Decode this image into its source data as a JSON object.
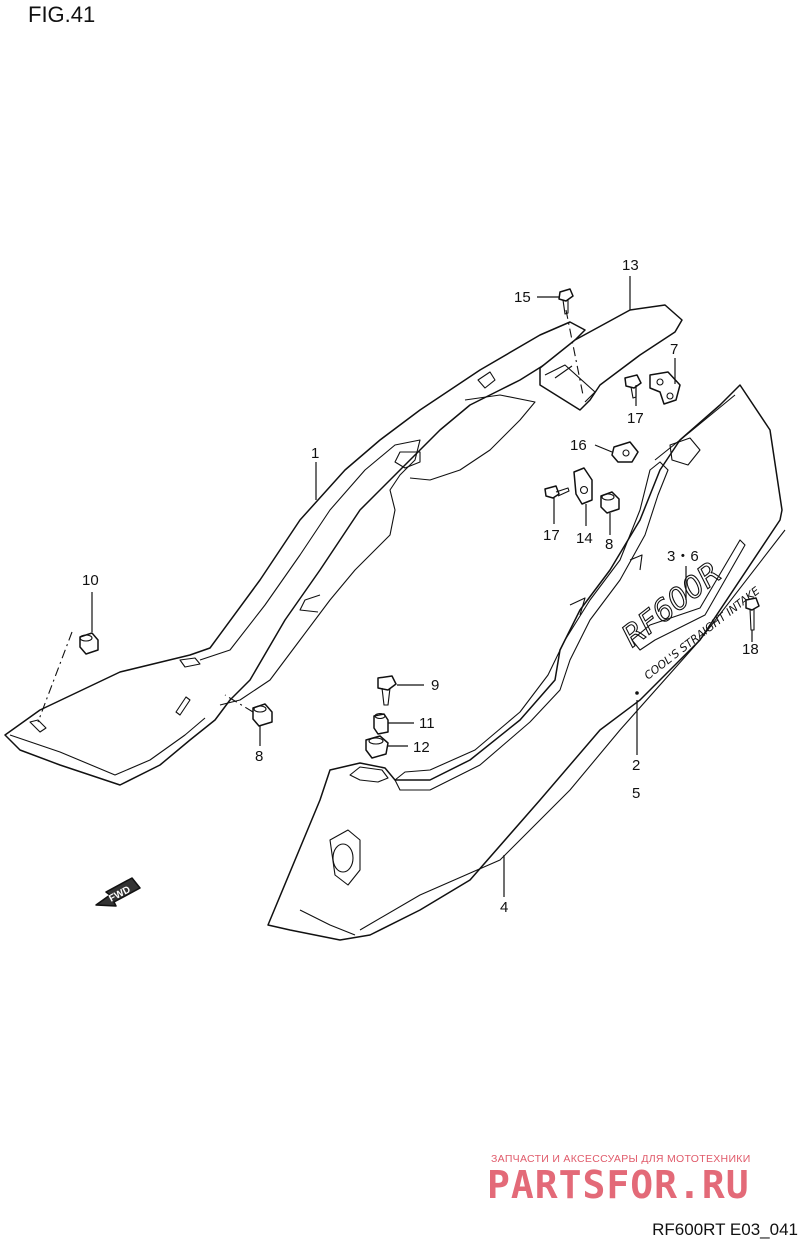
{
  "figure": {
    "title": "FIG.41"
  },
  "footer": {
    "code": "RF600RT E03_041"
  },
  "watermark": {
    "tagline": "ЗАПЧАСТИ И АКСЕССУАРЫ ДЛЯ МОТОТЕХНИКИ",
    "brand": "PARTSFOR.RU",
    "color": "#e05a6a"
  },
  "fwd_arrow": {
    "label": "FWD"
  },
  "decal_text": {
    "model": "RF600R",
    "small": "COOL'S STRAIGHT INTAKE"
  },
  "callouts": [
    {
      "id": "1",
      "text": "1"
    },
    {
      "id": "2",
      "text": "2"
    },
    {
      "id": "3-6",
      "text": "3・6"
    },
    {
      "id": "4",
      "text": "4"
    },
    {
      "id": "5",
      "text": "5"
    },
    {
      "id": "7",
      "text": "7"
    },
    {
      "id": "8a",
      "text": "8"
    },
    {
      "id": "8b",
      "text": "8"
    },
    {
      "id": "9",
      "text": "9"
    },
    {
      "id": "10",
      "text": "10"
    },
    {
      "id": "11",
      "text": "11"
    },
    {
      "id": "12",
      "text": "12"
    },
    {
      "id": "13",
      "text": "13"
    },
    {
      "id": "14",
      "text": "14"
    },
    {
      "id": "15",
      "text": "15"
    },
    {
      "id": "16",
      "text": "16"
    },
    {
      "id": "17a",
      "text": "17"
    },
    {
      "id": "17b",
      "text": "17"
    },
    {
      "id": "18",
      "text": "18"
    }
  ]
}
